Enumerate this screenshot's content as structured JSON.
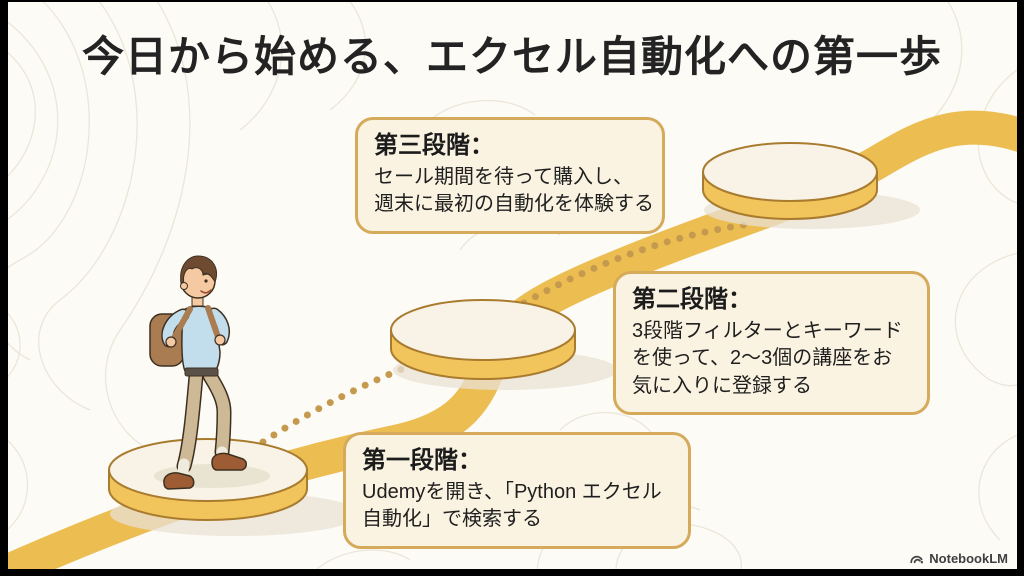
{
  "title": "今日から始める、エクセル自動化への第一歩",
  "steps": [
    {
      "name": "stage-3",
      "heading": "第三段階：",
      "lines": [
        "セール期間を待って購入し、",
        "週末に最初の自動化を体験する"
      ]
    },
    {
      "name": "stage-2",
      "heading": "第二段階：",
      "lines": [
        "3段階フィルターとキーワード",
        "を使って、2〜3個の講座をお",
        "気に入りに登録する"
      ]
    },
    {
      "name": "stage-1",
      "heading": "第一段階：",
      "lines": [
        "Udemyを開き、「Python エクセル",
        "自動化」で検索する"
      ]
    }
  ],
  "footer": {
    "brand": "NotebookLM"
  },
  "icons": {
    "brand_mark": "notebooklm-wave-icon"
  },
  "colors": {
    "background": "#FDFBF6",
    "path_yellow": "#ECBD51",
    "platform_side": "#F1C45C",
    "platform_top": "#F8F3E6",
    "platform_outline": "#A87B2E",
    "box_background": "#FAF3E1",
    "box_border": "#D5AA5B",
    "dot_trail": "#C59A4F",
    "text": "#232323",
    "frame": "#000000"
  }
}
